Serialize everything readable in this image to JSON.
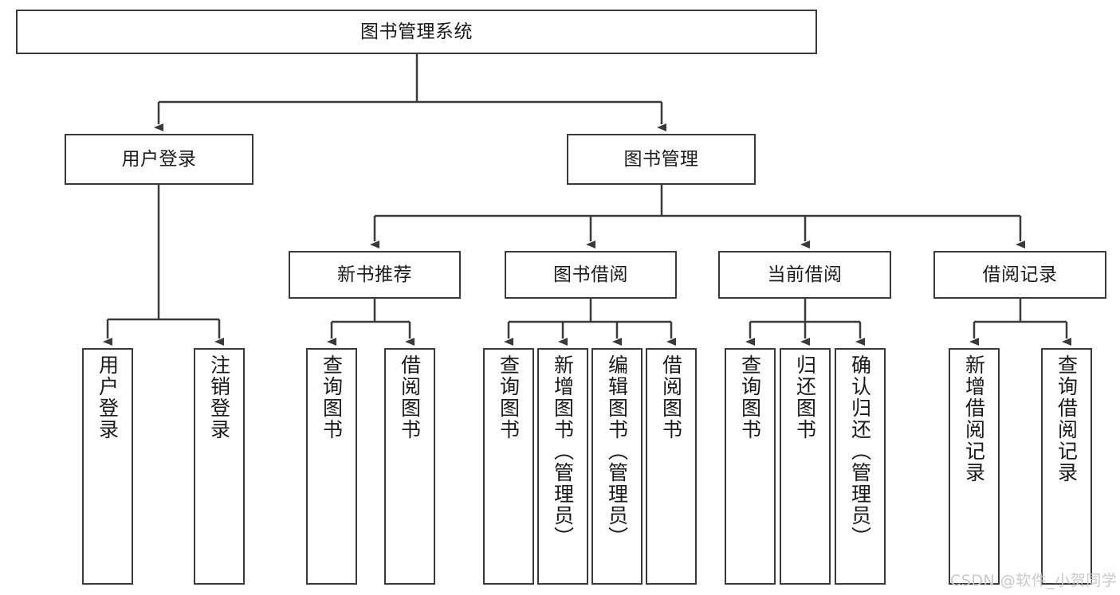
{
  "diagram": {
    "title": "图书管理系统",
    "watermark": "CSDN @软件_小贺同学",
    "stroke_color": "#3a3a3a",
    "text_color": "#1a1a1a",
    "background": "#ffffff",
    "root": {
      "label": "图书管理系统"
    },
    "level2": [
      {
        "label": "用户登录"
      },
      {
        "label": "图书管理"
      }
    ],
    "level3": [
      {
        "label": "新书推荐"
      },
      {
        "label": "图书借阅"
      },
      {
        "label": "当前借阅"
      },
      {
        "label": "借阅记录"
      }
    ],
    "leaves": {
      "user_login": [
        {
          "label": "用户登录"
        },
        {
          "label": "注销登录"
        }
      ],
      "new_book_recommend": [
        {
          "label": "查询图书"
        },
        {
          "label": "借阅图书"
        }
      ],
      "book_borrow": [
        {
          "label": "查询图书"
        },
        {
          "label": "新增图书（管理员）"
        },
        {
          "label": "编辑图书（管理员）"
        },
        {
          "label": "借阅图书"
        }
      ],
      "current_borrow": [
        {
          "label": "查询图书"
        },
        {
          "label": "归还图书"
        },
        {
          "label": "确认归还（管理员）"
        }
      ],
      "borrow_record": [
        {
          "label": "新增借阅记录"
        },
        {
          "label": "查询借阅记录"
        }
      ]
    }
  }
}
